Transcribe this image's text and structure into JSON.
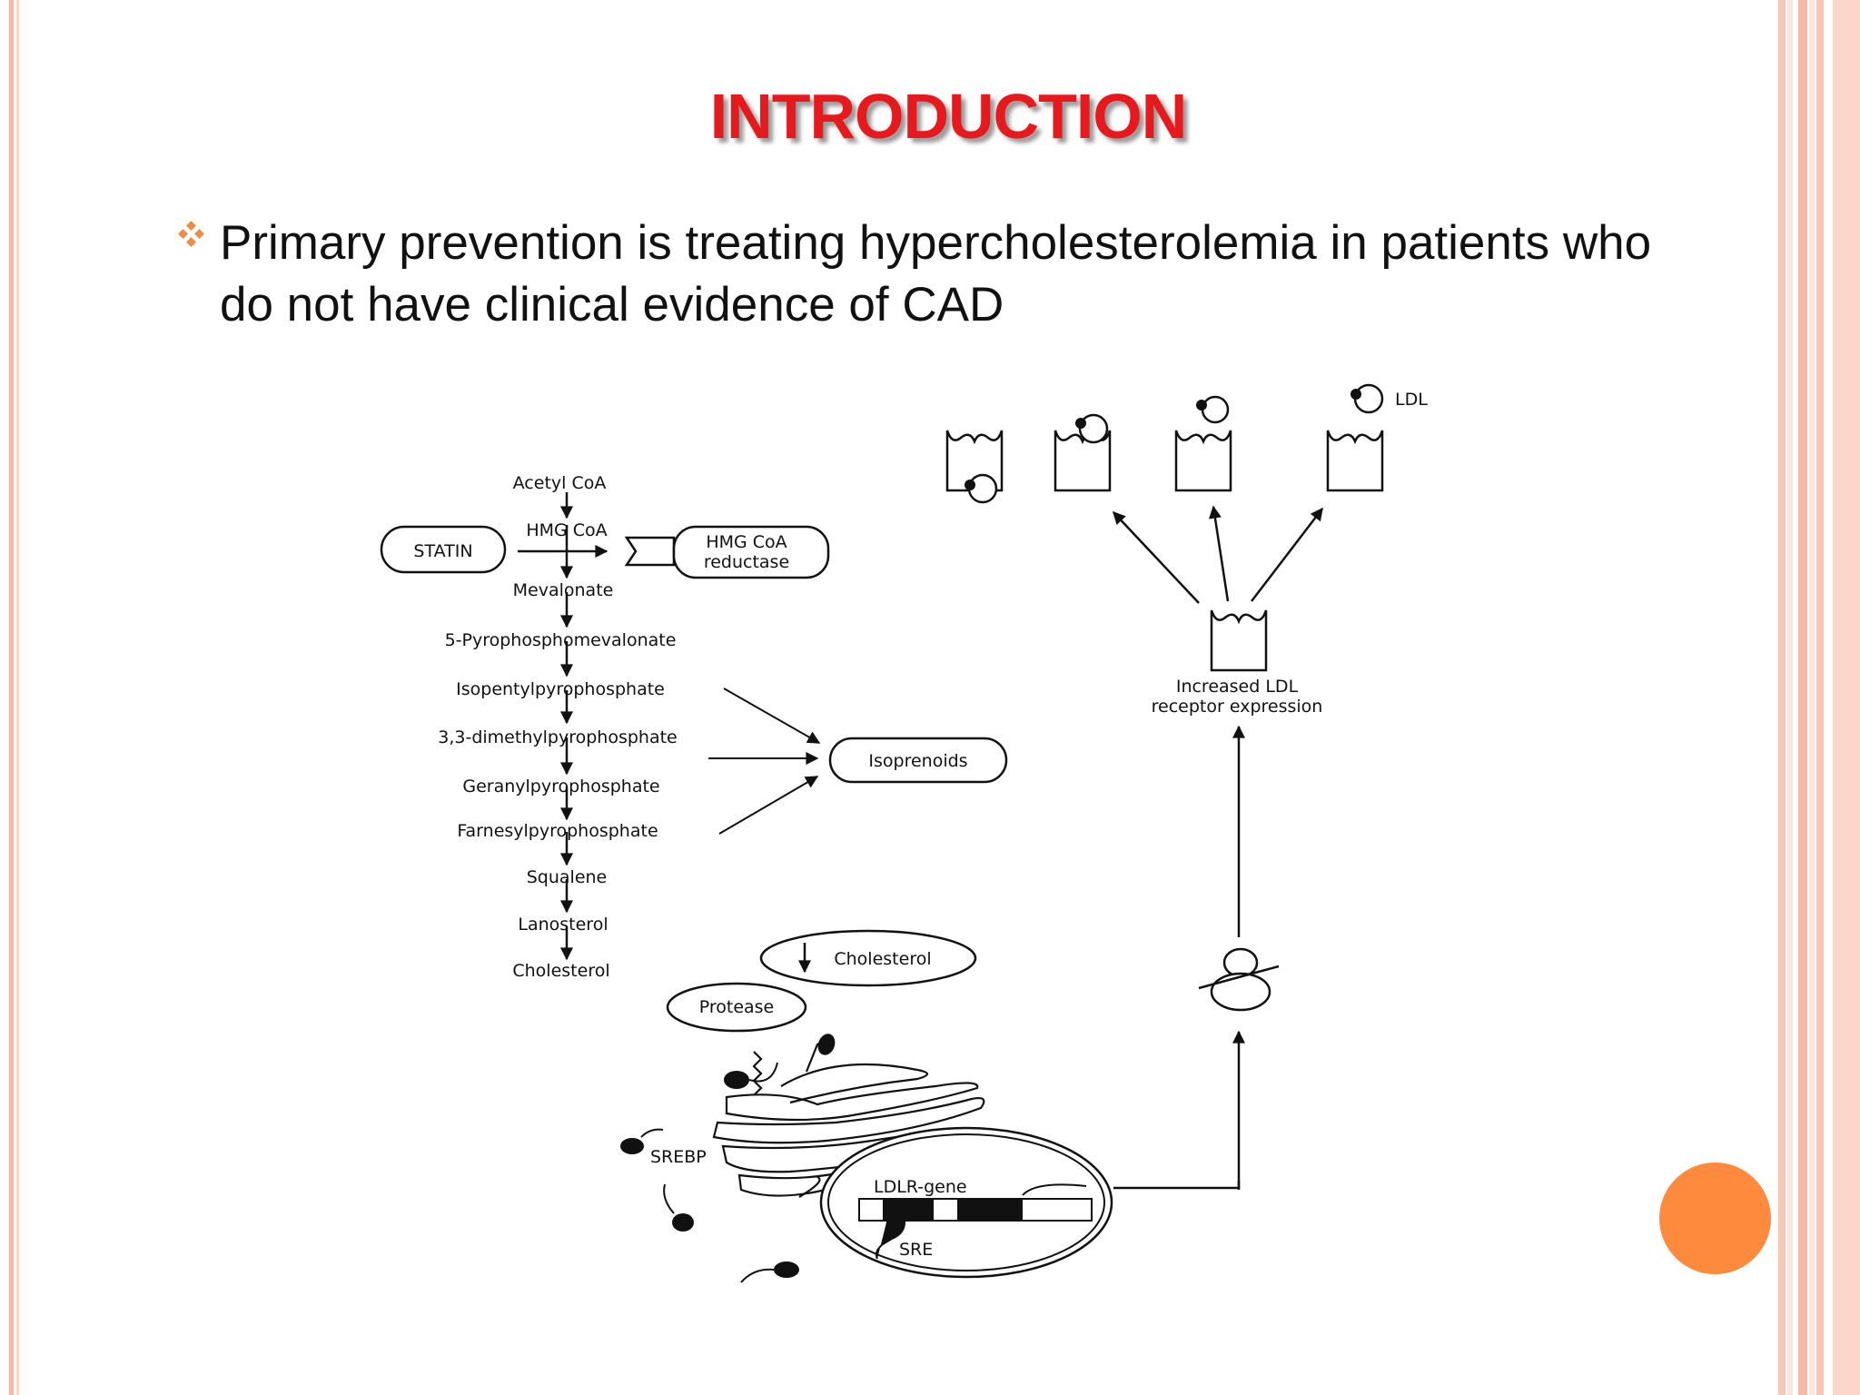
{
  "slide": {
    "title": "INTRODUCTION",
    "bullet": "Primary prevention is treating hypercholesterolemia in  patients who do not have clinical evidence of CAD"
  },
  "colors": {
    "title": "#e8191c",
    "bullet": "#f58b3c",
    "accent_circle": "#fd8a3d",
    "frame_stripes": "#f7b9a6"
  },
  "icons": {
    "bullet": "diamond-quad-bullet-icon"
  },
  "diagram": {
    "pathway": [
      "Acetyl CoA",
      "HMG CoA",
      "Mevalonate",
      "5-Pyrophosphomevalonate",
      "Isopentylpyrophosphate",
      "3,3-dimethylpyrophosphate",
      "Geranylpyrophosphate",
      "Farnesylpyrophosphate",
      "Squalene",
      "Lanosterol",
      "Cholesterol"
    ],
    "statin": "STATIN",
    "enzyme_line1": "HMG CoA",
    "enzyme_line2": "reductase",
    "isoprenoids": "Isoprenoids",
    "ldl": "LDL",
    "receptor_line1": "Increased LDL",
    "receptor_line2": "receptor expression",
    "cholesterol_low": "Cholesterol",
    "protease": "Protease",
    "srebp": "SREBP",
    "ldlr_gene": "LDLR-gene",
    "sre": "SRE"
  }
}
